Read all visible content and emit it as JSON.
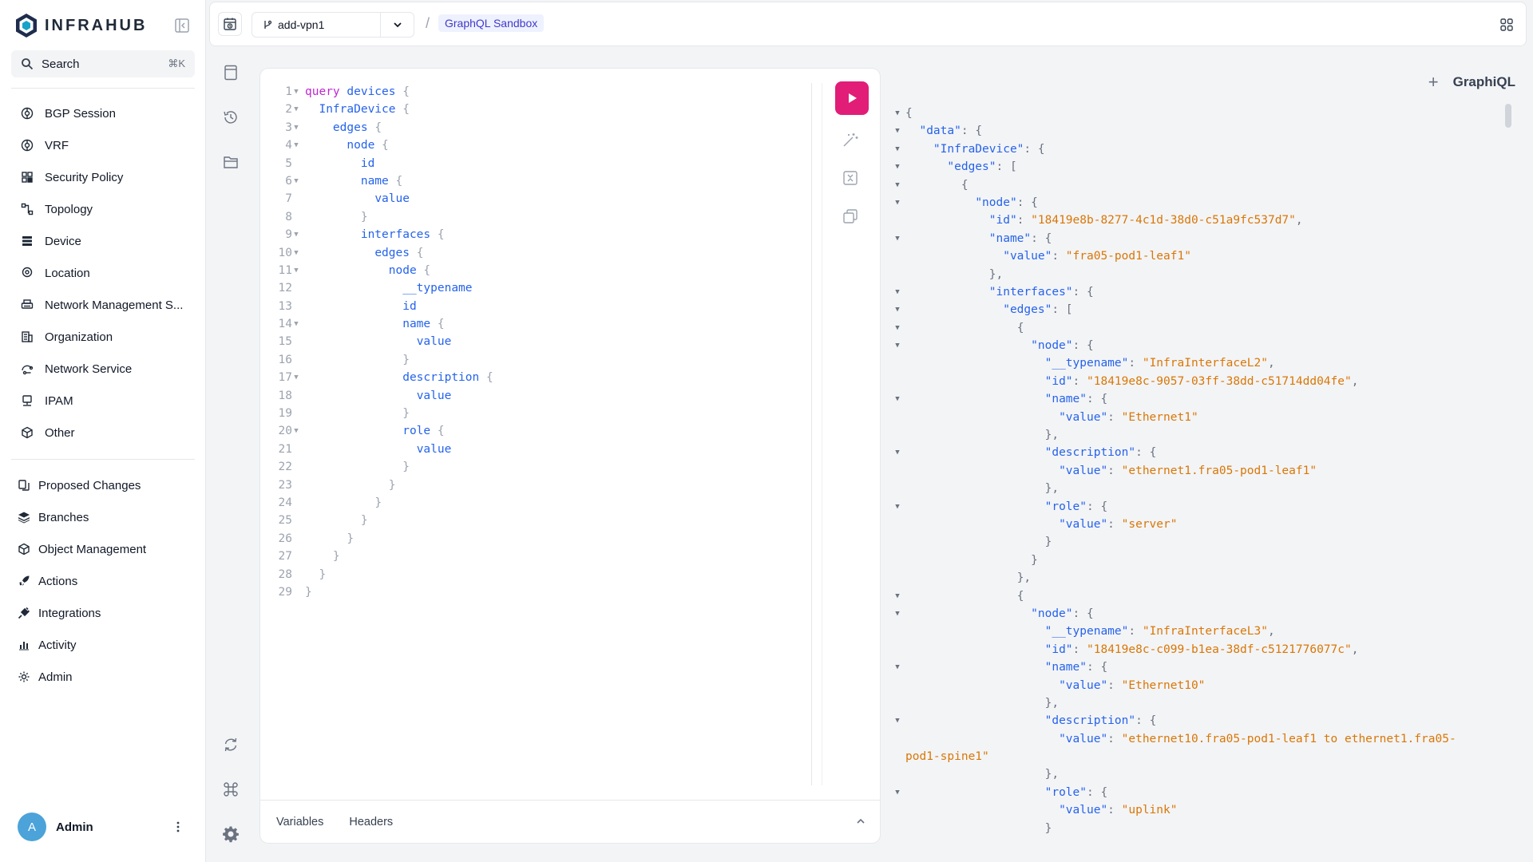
{
  "brand": {
    "name": "INFRAHUB"
  },
  "search": {
    "label": "Search",
    "shortcut": "⌘K"
  },
  "sidebar": {
    "items": [
      {
        "label": "BGP Session",
        "icon": "globe-icon"
      },
      {
        "label": "VRF",
        "icon": "globe-icon"
      },
      {
        "label": "Security Policy",
        "icon": "shield-icon"
      },
      {
        "label": "Topology",
        "icon": "topology-icon"
      },
      {
        "label": "Device",
        "icon": "server-icon"
      },
      {
        "label": "Location",
        "icon": "map-pin-icon"
      },
      {
        "label": "Network Management S...",
        "icon": "printer-icon"
      },
      {
        "label": "Organization",
        "icon": "building-icon"
      },
      {
        "label": "Network Service",
        "icon": "network-icon"
      },
      {
        "label": "IPAM",
        "icon": "monitor-icon"
      },
      {
        "label": "Other",
        "icon": "cube-icon"
      }
    ],
    "secondary": [
      {
        "label": "Proposed Changes",
        "icon": "changes-icon"
      },
      {
        "label": "Branches",
        "icon": "layers-icon"
      },
      {
        "label": "Object Management",
        "icon": "cube-icon"
      },
      {
        "label": "Actions",
        "icon": "rocket-icon"
      },
      {
        "label": "Integrations",
        "icon": "plug-icon"
      },
      {
        "label": "Activity",
        "icon": "bar-chart-icon"
      },
      {
        "label": "Admin",
        "icon": "gear-icon"
      }
    ]
  },
  "user": {
    "initial": "A",
    "name": "Admin"
  },
  "topbar": {
    "branch": "add-vpn1",
    "crumb_sep": "/",
    "crumb": "GraphQL Sandbox"
  },
  "editor": {
    "run_color": "#e11d78",
    "footer_tabs": [
      "Variables",
      "Headers"
    ],
    "lines": [
      [
        [
          "kw",
          "query"
        ],
        [
          "t",
          " "
        ],
        [
          "fn",
          "devices"
        ],
        [
          "t",
          " "
        ],
        [
          "p",
          "{"
        ]
      ],
      [
        [
          "t",
          "  "
        ],
        [
          "fld",
          "InfraDevice"
        ],
        [
          "t",
          " "
        ],
        [
          "p",
          "{"
        ]
      ],
      [
        [
          "t",
          "    "
        ],
        [
          "fld",
          "edges"
        ],
        [
          "t",
          " "
        ],
        [
          "p",
          "{"
        ]
      ],
      [
        [
          "t",
          "      "
        ],
        [
          "fld",
          "node"
        ],
        [
          "t",
          " "
        ],
        [
          "p",
          "{"
        ]
      ],
      [
        [
          "t",
          "        "
        ],
        [
          "fld",
          "id"
        ]
      ],
      [
        [
          "t",
          "        "
        ],
        [
          "fld",
          "name"
        ],
        [
          "t",
          " "
        ],
        [
          "p",
          "{"
        ]
      ],
      [
        [
          "t",
          "          "
        ],
        [
          "fld",
          "value"
        ]
      ],
      [
        [
          "t",
          "        "
        ],
        [
          "p",
          "}"
        ]
      ],
      [
        [
          "t",
          "        "
        ],
        [
          "fld",
          "interfaces"
        ],
        [
          "t",
          " "
        ],
        [
          "p",
          "{"
        ]
      ],
      [
        [
          "t",
          "          "
        ],
        [
          "fld",
          "edges"
        ],
        [
          "t",
          " "
        ],
        [
          "p",
          "{"
        ]
      ],
      [
        [
          "t",
          "            "
        ],
        [
          "fld",
          "node"
        ],
        [
          "t",
          " "
        ],
        [
          "p",
          "{"
        ]
      ],
      [
        [
          "t",
          "              "
        ],
        [
          "fld",
          "__typename"
        ]
      ],
      [
        [
          "t",
          "              "
        ],
        [
          "fld",
          "id"
        ]
      ],
      [
        [
          "t",
          "              "
        ],
        [
          "fld",
          "name"
        ],
        [
          "t",
          " "
        ],
        [
          "p",
          "{"
        ]
      ],
      [
        [
          "t",
          "                "
        ],
        [
          "fld",
          "value"
        ]
      ],
      [
        [
          "t",
          "              "
        ],
        [
          "p",
          "}"
        ]
      ],
      [
        [
          "t",
          "              "
        ],
        [
          "fld",
          "description"
        ],
        [
          "t",
          " "
        ],
        [
          "p",
          "{"
        ]
      ],
      [
        [
          "t",
          "                "
        ],
        [
          "fld",
          "value"
        ]
      ],
      [
        [
          "t",
          "              "
        ],
        [
          "p",
          "}"
        ]
      ],
      [
        [
          "t",
          "              "
        ],
        [
          "fld",
          "role"
        ],
        [
          "t",
          " "
        ],
        [
          "p",
          "{"
        ]
      ],
      [
        [
          "t",
          "                "
        ],
        [
          "fld",
          "value"
        ]
      ],
      [
        [
          "t",
          "              "
        ],
        [
          "p",
          "}"
        ]
      ],
      [
        [
          "t",
          "            "
        ],
        [
          "p",
          "}"
        ]
      ],
      [
        [
          "t",
          "          "
        ],
        [
          "p",
          "}"
        ]
      ],
      [
        [
          "t",
          "        "
        ],
        [
          "p",
          "}"
        ]
      ],
      [
        [
          "t",
          "      "
        ],
        [
          "p",
          "}"
        ]
      ],
      [
        [
          "t",
          "    "
        ],
        [
          "p",
          "}"
        ]
      ],
      [
        [
          "t",
          "  "
        ],
        [
          "p",
          "}"
        ]
      ],
      [
        [
          "p",
          "}"
        ]
      ]
    ],
    "foldable": [
      1,
      2,
      3,
      4,
      6,
      9,
      10,
      11,
      14,
      17,
      20
    ]
  },
  "result": {
    "title": "GraphiQL",
    "plus": "+",
    "lines": [
      {
        "fold": true,
        "parts": [
          [
            "p",
            "{"
          ]
        ]
      },
      {
        "fold": true,
        "parts": [
          [
            "t",
            "  "
          ],
          [
            "k",
            "\"data\""
          ],
          [
            "p",
            ": {"
          ]
        ]
      },
      {
        "fold": true,
        "parts": [
          [
            "t",
            "    "
          ],
          [
            "k",
            "\"InfraDevice\""
          ],
          [
            "p",
            ": {"
          ]
        ]
      },
      {
        "fold": true,
        "parts": [
          [
            "t",
            "      "
          ],
          [
            "k",
            "\"edges\""
          ],
          [
            "p",
            ": ["
          ]
        ]
      },
      {
        "fold": true,
        "parts": [
          [
            "t",
            "        "
          ],
          [
            "p",
            "{"
          ]
        ]
      },
      {
        "fold": true,
        "parts": [
          [
            "t",
            "          "
          ],
          [
            "k",
            "\"node\""
          ],
          [
            "p",
            ": {"
          ]
        ]
      },
      {
        "fold": false,
        "parts": [
          [
            "t",
            "            "
          ],
          [
            "k",
            "\"id\""
          ],
          [
            "p",
            ": "
          ],
          [
            "s",
            "\"18419e8b-8277-4c1d-38d0-c51a9fc537d7\""
          ],
          [
            "p",
            ","
          ]
        ]
      },
      {
        "fold": true,
        "parts": [
          [
            "t",
            "            "
          ],
          [
            "k",
            "\"name\""
          ],
          [
            "p",
            ": {"
          ]
        ]
      },
      {
        "fold": false,
        "parts": [
          [
            "t",
            "              "
          ],
          [
            "k",
            "\"value\""
          ],
          [
            "p",
            ": "
          ],
          [
            "s",
            "\"fra05-pod1-leaf1\""
          ]
        ]
      },
      {
        "fold": false,
        "parts": [
          [
            "t",
            "            "
          ],
          [
            "p",
            "},"
          ]
        ]
      },
      {
        "fold": true,
        "parts": [
          [
            "t",
            "            "
          ],
          [
            "k",
            "\"interfaces\""
          ],
          [
            "p",
            ": {"
          ]
        ]
      },
      {
        "fold": true,
        "parts": [
          [
            "t",
            "              "
          ],
          [
            "k",
            "\"edges\""
          ],
          [
            "p",
            ": ["
          ]
        ]
      },
      {
        "fold": true,
        "parts": [
          [
            "t",
            "                "
          ],
          [
            "p",
            "{"
          ]
        ]
      },
      {
        "fold": true,
        "parts": [
          [
            "t",
            "                  "
          ],
          [
            "k",
            "\"node\""
          ],
          [
            "p",
            ": {"
          ]
        ]
      },
      {
        "fold": false,
        "parts": [
          [
            "t",
            "                    "
          ],
          [
            "k",
            "\"__typename\""
          ],
          [
            "p",
            ": "
          ],
          [
            "s",
            "\"InfraInterfaceL2\""
          ],
          [
            "p",
            ","
          ]
        ]
      },
      {
        "fold": false,
        "parts": [
          [
            "t",
            "                    "
          ],
          [
            "k",
            "\"id\""
          ],
          [
            "p",
            ": "
          ],
          [
            "s",
            "\"18419e8c-9057-03ff-38dd-c51714dd04fe\""
          ],
          [
            "p",
            ","
          ]
        ]
      },
      {
        "fold": true,
        "parts": [
          [
            "t",
            "                    "
          ],
          [
            "k",
            "\"name\""
          ],
          [
            "p",
            ": {"
          ]
        ]
      },
      {
        "fold": false,
        "parts": [
          [
            "t",
            "                      "
          ],
          [
            "k",
            "\"value\""
          ],
          [
            "p",
            ": "
          ],
          [
            "s",
            "\"Ethernet1\""
          ]
        ]
      },
      {
        "fold": false,
        "parts": [
          [
            "t",
            "                    "
          ],
          [
            "p",
            "},"
          ]
        ]
      },
      {
        "fold": true,
        "parts": [
          [
            "t",
            "                    "
          ],
          [
            "k",
            "\"description\""
          ],
          [
            "p",
            ": {"
          ]
        ]
      },
      {
        "fold": false,
        "parts": [
          [
            "t",
            "                      "
          ],
          [
            "k",
            "\"value\""
          ],
          [
            "p",
            ": "
          ],
          [
            "s",
            "\"ethernet1.fra05-pod1-leaf1\""
          ]
        ]
      },
      {
        "fold": false,
        "parts": [
          [
            "t",
            "                    "
          ],
          [
            "p",
            "},"
          ]
        ]
      },
      {
        "fold": true,
        "parts": [
          [
            "t",
            "                    "
          ],
          [
            "k",
            "\"role\""
          ],
          [
            "p",
            ": {"
          ]
        ]
      },
      {
        "fold": false,
        "parts": [
          [
            "t",
            "                      "
          ],
          [
            "k",
            "\"value\""
          ],
          [
            "p",
            ": "
          ],
          [
            "s",
            "\"server\""
          ]
        ]
      },
      {
        "fold": false,
        "parts": [
          [
            "t",
            "                    "
          ],
          [
            "p",
            "}"
          ]
        ]
      },
      {
        "fold": false,
        "parts": [
          [
            "t",
            "                  "
          ],
          [
            "p",
            "}"
          ]
        ]
      },
      {
        "fold": false,
        "parts": [
          [
            "t",
            "                "
          ],
          [
            "p",
            "},"
          ]
        ]
      },
      {
        "fold": true,
        "parts": [
          [
            "t",
            "                "
          ],
          [
            "p",
            "{"
          ]
        ]
      },
      {
        "fold": true,
        "parts": [
          [
            "t",
            "                  "
          ],
          [
            "k",
            "\"node\""
          ],
          [
            "p",
            ": {"
          ]
        ]
      },
      {
        "fold": false,
        "parts": [
          [
            "t",
            "                    "
          ],
          [
            "k",
            "\"__typename\""
          ],
          [
            "p",
            ": "
          ],
          [
            "s",
            "\"InfraInterfaceL3\""
          ],
          [
            "p",
            ","
          ]
        ]
      },
      {
        "fold": false,
        "parts": [
          [
            "t",
            "                    "
          ],
          [
            "k",
            "\"id\""
          ],
          [
            "p",
            ": "
          ],
          [
            "s",
            "\"18419e8c-c099-b1ea-38df-c5121776077c\""
          ],
          [
            "p",
            ","
          ]
        ]
      },
      {
        "fold": true,
        "parts": [
          [
            "t",
            "                    "
          ],
          [
            "k",
            "\"name\""
          ],
          [
            "p",
            ": {"
          ]
        ]
      },
      {
        "fold": false,
        "parts": [
          [
            "t",
            "                      "
          ],
          [
            "k",
            "\"value\""
          ],
          [
            "p",
            ": "
          ],
          [
            "s",
            "\"Ethernet10\""
          ]
        ]
      },
      {
        "fold": false,
        "parts": [
          [
            "t",
            "                    "
          ],
          [
            "p",
            "},"
          ]
        ]
      },
      {
        "fold": true,
        "parts": [
          [
            "t",
            "                    "
          ],
          [
            "k",
            "\"description\""
          ],
          [
            "p",
            ": {"
          ]
        ]
      },
      {
        "fold": false,
        "parts": [
          [
            "t",
            "                      "
          ],
          [
            "k",
            "\"value\""
          ],
          [
            "p",
            ": "
          ],
          [
            "s",
            "\"ethernet10.fra05-pod1-leaf1 to ethernet1.fra05-"
          ]
        ]
      },
      {
        "fold": false,
        "parts": [
          [
            "s",
            "pod1-spine1\""
          ]
        ]
      },
      {
        "fold": false,
        "parts": [
          [
            "t",
            "                    "
          ],
          [
            "p",
            "},"
          ]
        ]
      },
      {
        "fold": true,
        "parts": [
          [
            "t",
            "                    "
          ],
          [
            "k",
            "\"role\""
          ],
          [
            "p",
            ": {"
          ]
        ]
      },
      {
        "fold": false,
        "parts": [
          [
            "t",
            "                      "
          ],
          [
            "k",
            "\"value\""
          ],
          [
            "p",
            ": "
          ],
          [
            "s",
            "\"uplink\""
          ]
        ]
      },
      {
        "fold": false,
        "parts": [
          [
            "t",
            "                    "
          ],
          [
            "p",
            "}"
          ]
        ]
      }
    ]
  }
}
